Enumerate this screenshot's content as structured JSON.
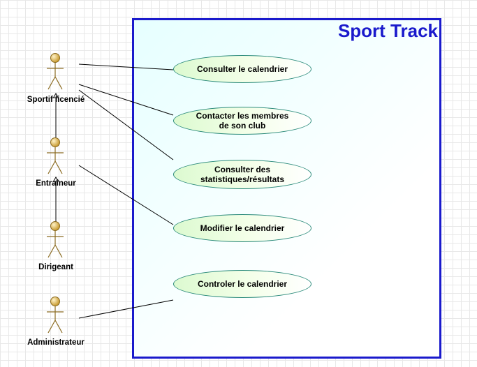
{
  "system": {
    "title": "Sport Track"
  },
  "actors": [
    {
      "id": "sportif",
      "label": "Sportif licencié"
    },
    {
      "id": "entraineur",
      "label": "Entraîneur"
    },
    {
      "id": "dirigeant",
      "label": "Dirigeant"
    },
    {
      "id": "administrateur",
      "label": "Administrateur"
    }
  ],
  "use_cases": [
    {
      "id": "consulter-calendrier",
      "lines": [
        "Consulter le calendrier"
      ]
    },
    {
      "id": "contacter-membres",
      "lines": [
        "Contacter les membres",
        "de son club"
      ]
    },
    {
      "id": "consulter-stats",
      "lines": [
        "Consulter des",
        "statistiques/résultats"
      ]
    },
    {
      "id": "modifier-calendrier",
      "lines": [
        "Modifier le calendrier"
      ]
    },
    {
      "id": "controler-calendrier",
      "lines": [
        "Controler le calendrier"
      ]
    }
  ],
  "associations": [
    {
      "actor": "sportif",
      "use_case": "consulter-calendrier"
    },
    {
      "actor": "sportif",
      "use_case": "contacter-membres"
    },
    {
      "actor": "sportif",
      "use_case": "consulter-stats"
    },
    {
      "actor": "entraineur",
      "use_case": "modifier-calendrier"
    },
    {
      "actor": "administrateur",
      "use_case": "controler-calendrier"
    }
  ],
  "generalizations": [
    {
      "child": "entraineur",
      "parent": "sportif"
    },
    {
      "child": "dirigeant",
      "parent": "entraineur"
    }
  ],
  "colors": {
    "system_border": "#1a1acc",
    "usecase_border": "#2a8a7a",
    "usecase_fill": "#dcfad0",
    "actor_fill": "#f0c060",
    "actor_stroke": "#8a6a20",
    "line": "#000000"
  }
}
